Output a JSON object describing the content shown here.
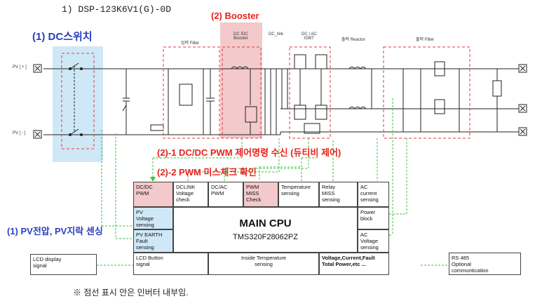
{
  "heading": "1) DSP-123K6V1(G)-0D",
  "annotations": {
    "dc_switch": "(1) DC스위치",
    "booster": "(2) Booster",
    "pwm_cmd": "(2)-1 DC/DC PWM 제어명령 수신 (듀티비 제어)",
    "pwm_check": "(2)-2 PWM 미스체크 확인",
    "pv_sensing": "(1) PV전압, PV지락 센싱"
  },
  "schematic": {
    "pv_plus": "PV [ + ]",
    "pv_minus": "PV [ - ]",
    "input_filter": "입력 Filter",
    "dcdc_booster": "DC /DC\nBooster",
    "dc_link": "DC_link",
    "dc_ac_igbt": "DC / AC\nIGBT",
    "output_reactor": "출력 Reactor",
    "output_filter": "출력 Filter"
  },
  "cpu_blocks": {
    "dcdc_pwm": "DC/DC\nPWM",
    "dclink_voltage": "DCLINK\nVoltage\ncheck",
    "dcac_pwm": "DC/AC\nPWM",
    "pwm_miss": "PWM\nMISS\nCheck",
    "temp_sensing": "Temperature\nsensing",
    "relay_miss": "Relay\nMISS\nsensing",
    "ac_current": "AC\ncurrent\nsensing",
    "pv_voltage": "PV\nVoltage\nsensing",
    "pv_earth": "PV EARTH\nFault\nsensing",
    "main_cpu": "MAIN CPU",
    "cpu_model": "TMS320F28062PZ",
    "power_block": "Power\nblock",
    "ac_voltage": "AC\nVoltage\nsensing",
    "lcd_button": "LCD Button\nsignal",
    "inside_temp": "Inside Temperature\nsensing",
    "voltage_current": "Voltage,Current,Fault\nTotal Power,etc ...",
    "lcd_display": "LCD display\nsignal",
    "rs485": "RS 485\nOptional\ncommuntication"
  },
  "footnote": "※ 점선 표시 안은 인버터 내부임.",
  "colors": {
    "annotation_red": "#e8231b",
    "annotation_blue": "#2a3fbf",
    "highlight_blue": "#cfe8f7",
    "highlight_pink": "#f3c9cc",
    "dashed_red": "#e8373b",
    "dashed_green": "#3cc43c"
  }
}
